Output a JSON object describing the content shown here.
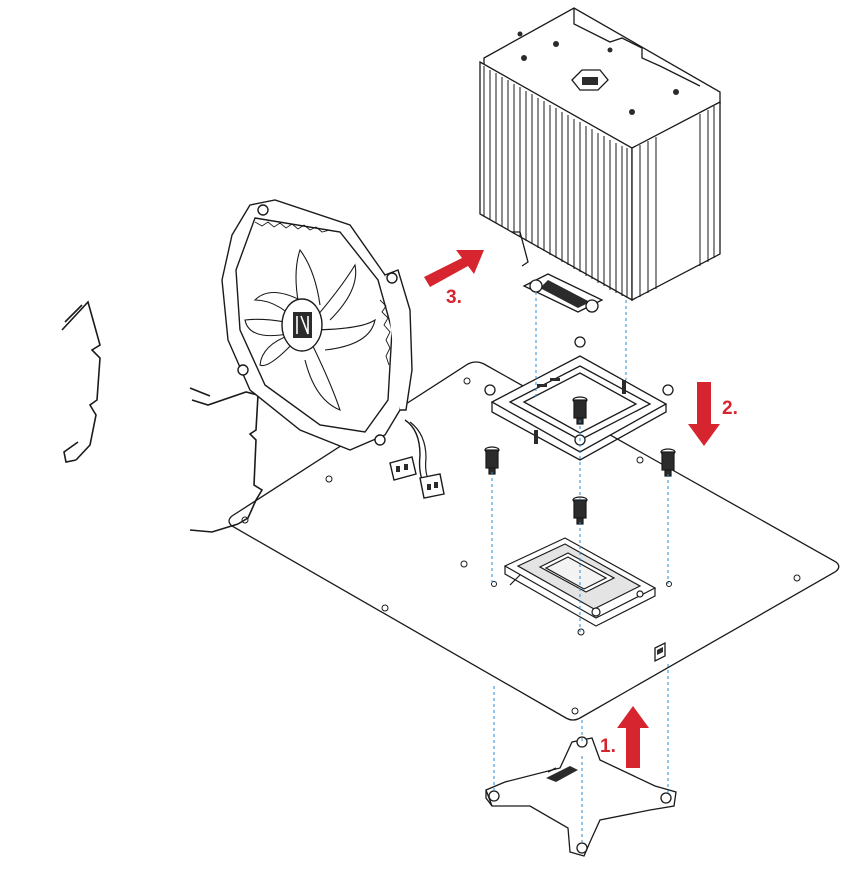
{
  "steps": [
    {
      "label": "1."
    },
    {
      "label": "2."
    },
    {
      "label": "3."
    }
  ],
  "colors": {
    "line": "#1a1a1a",
    "arrow": "#d6252e",
    "guide": "#2a8bd6",
    "fill_light": "#ffffff",
    "fill_gray": "#cfcfcf",
    "fill_dark": "#2b2b2b"
  },
  "icons": [
    "cooler-logo-icon",
    "fan-logo-icon",
    "arrow-up-icon",
    "arrow-down-icon",
    "arrow-diagonal-icon"
  ]
}
